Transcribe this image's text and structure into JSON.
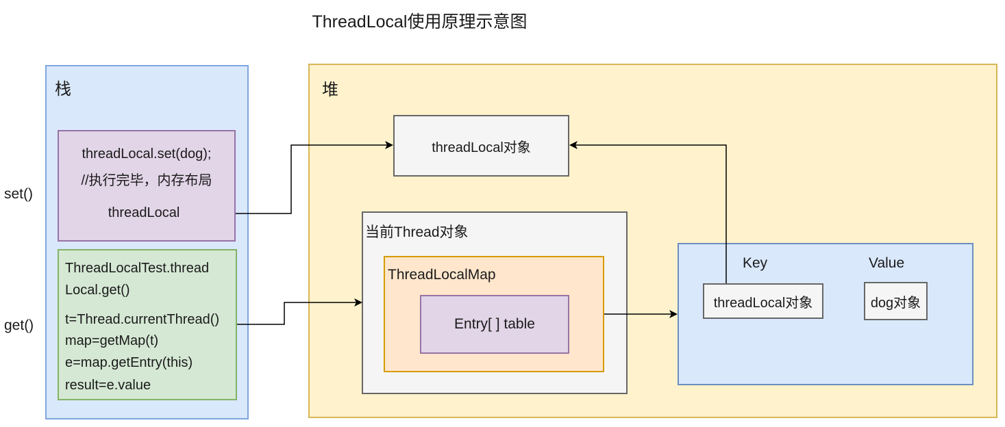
{
  "title": "ThreadLocal使用原理示意图",
  "stack": {
    "label": "栈",
    "set_box": {
      "line1": "threadLocal.set(dog);",
      "line2": "//执行完毕，内存布局",
      "var": "threadLocal"
    },
    "get_box": {
      "line1": "ThreadLocalTest.thread",
      "line2": "Local.get()",
      "line3": "t=Thread.currentThread()",
      "line4": "map=getMap(t)",
      "line5": "e=map.getEntry(this)",
      "line6": "result=e.value"
    }
  },
  "side_labels": {
    "set": "set()",
    "get": "get()"
  },
  "heap": {
    "label": "堆",
    "threadlocal_obj": "threadLocal对象",
    "thread_obj": {
      "label": "当前Thread对象",
      "map": {
        "label": "ThreadLocalMap",
        "table": "Entry[ ] table"
      }
    },
    "entry": {
      "key_label": "Key",
      "value_label": "Value",
      "key_obj": "threadLocal对象",
      "value_obj": "dog对象"
    }
  },
  "colors": {
    "stack_fill": "#dae8fc",
    "heap_fill": "#fff2cc",
    "purple_fill": "#e1d5e7",
    "green_fill": "#d5e8d4",
    "grey_fill": "#f5f5f5",
    "orange_fill": "#ffe6cc",
    "edge": "#000000"
  }
}
